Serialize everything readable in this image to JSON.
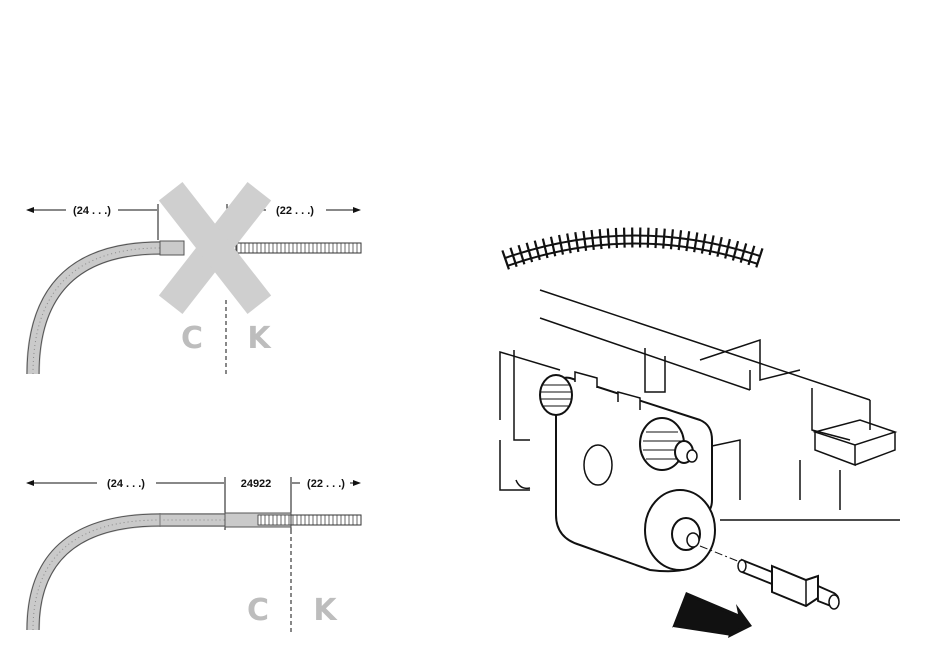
{
  "top_diagram": {
    "left_label": "(24 . . .)",
    "right_label": "(22 . . .)",
    "track_c_letter": "C",
    "track_k_letter": "K"
  },
  "bottom_diagram": {
    "left_label": "(24 . . .)",
    "adapter_label": "24922",
    "right_label": "(22 . . .)",
    "track_c_letter": "C",
    "track_k_letter": "K"
  },
  "colors": {
    "c_track": "#c8c8c8",
    "cross_mark": "#cfcfcf",
    "letters": "#bdbdbd",
    "ink": "#111111"
  },
  "icons": {
    "cross": "prohibited-cross-icon",
    "arrow": "insert-direction-arrow-icon"
  }
}
